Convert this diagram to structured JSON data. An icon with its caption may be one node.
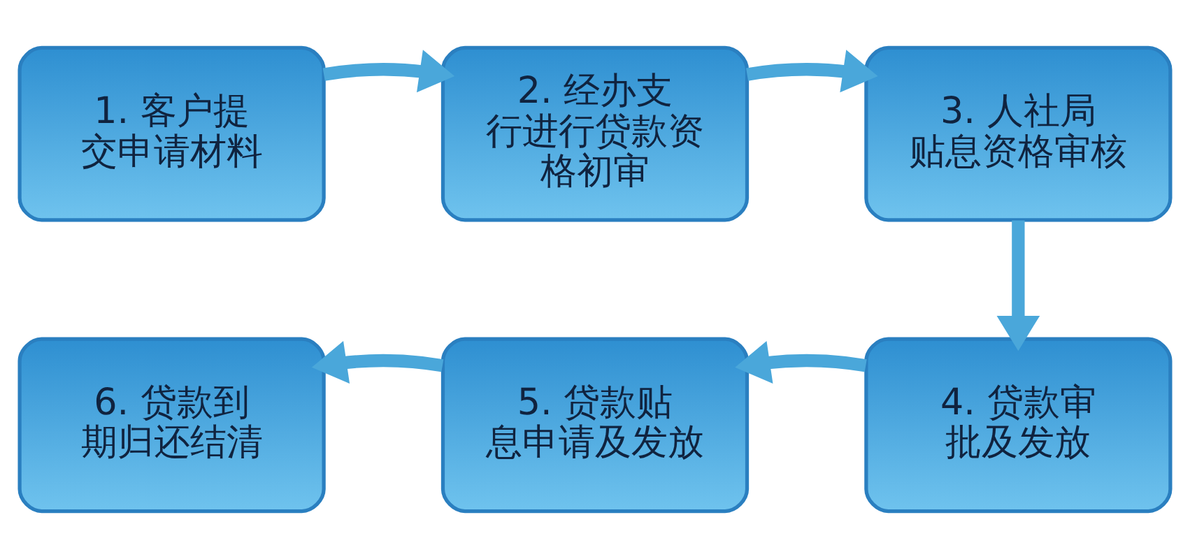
{
  "diagram": {
    "nodes": [
      {
        "text": [
          "1. 客户提交申请材料"
        ]
      },
      {
        "text": [
          "2. 经办支行进行贷款资格初审"
        ]
      },
      {
        "text": [
          "3. 人社局贴息资格审核"
        ]
      },
      {
        "text": [
          "4. 贷款审批及发放"
        ]
      },
      {
        "text": [
          "5. 贷款贴息申请及发放"
        ]
      },
      {
        "text": [
          "6. 贷款到期归还结清"
        ]
      }
    ],
    "edges": [
      {
        "from": 0,
        "to": 1,
        "arrow": "to"
      },
      {
        "from": 1,
        "to": 2,
        "arrow": "to"
      },
      {
        "from": 2,
        "to": 3,
        "arrow": "to"
      },
      {
        "from": 3,
        "to": 4,
        "arrow": "to"
      },
      {
        "from": 4,
        "to": 5,
        "arrow": "to"
      }
    ]
  }
}
